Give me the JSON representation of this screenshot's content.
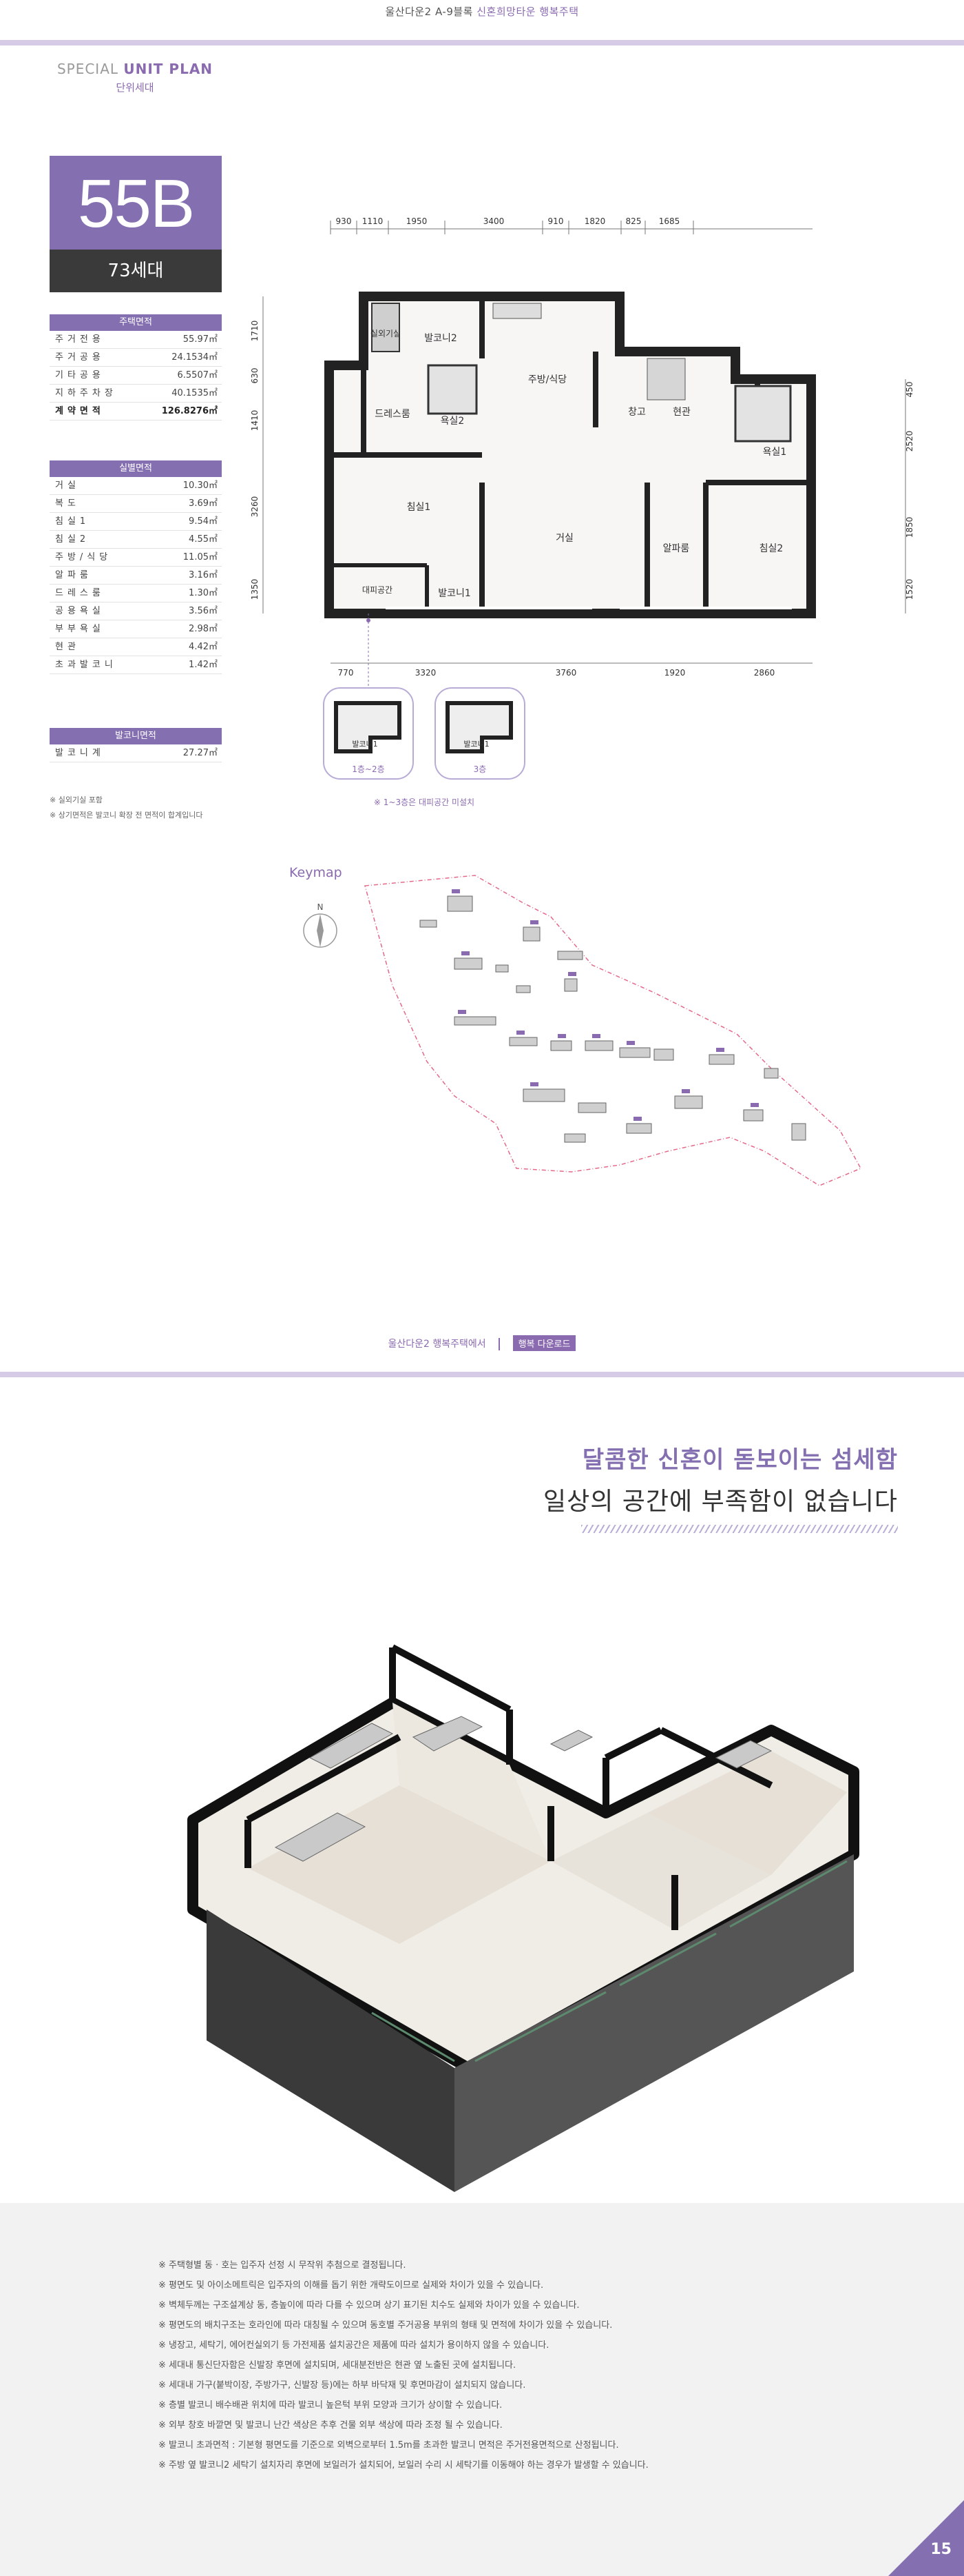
{
  "header": {
    "title_prefix": "울산다운2 A-9블록",
    "title_highlight": "신혼희망타운 행복주택"
  },
  "section": {
    "title_en_light": "SPECIAL",
    "title_en_bold": "UNIT PLAN",
    "title_ko": "단위세대"
  },
  "unit": {
    "type": "55B",
    "households": "73세대"
  },
  "area_table": {
    "title": "주택면적",
    "rows": [
      {
        "label": "주거전용",
        "value": "55.97㎡"
      },
      {
        "label": "주거공용",
        "value": "24.1534㎡"
      },
      {
        "label": "기타공용",
        "value": "6.5507㎡"
      },
      {
        "label": "지하주차장",
        "value": "40.1535㎡"
      },
      {
        "label": "계약면적",
        "value": "126.8276㎡"
      }
    ]
  },
  "room_table": {
    "title": "실별면적",
    "rows": [
      {
        "label": "거실",
        "value": "10.30㎡"
      },
      {
        "label": "복도",
        "value": "3.69㎡"
      },
      {
        "label": "침실1",
        "value": "9.54㎡"
      },
      {
        "label": "침실2",
        "value": "4.55㎡"
      },
      {
        "label": "주방/식당",
        "value": "11.05㎡"
      },
      {
        "label": "알파룸",
        "value": "3.16㎡"
      },
      {
        "label": "드레스룸",
        "value": "1.30㎡"
      },
      {
        "label": "공용욕실",
        "value": "3.56㎡"
      },
      {
        "label": "부부욕실",
        "value": "2.98㎡"
      },
      {
        "label": "현관",
        "value": "4.42㎡"
      },
      {
        "label": "초과발코니",
        "value": "1.42㎡"
      }
    ]
  },
  "balcony_table": {
    "title": "발코니면적",
    "rows": [
      {
        "label": "발코니계",
        "value": "27.27㎡"
      }
    ]
  },
  "notes": [
    "※ 실외기실 포함",
    "※ 상기면적은 발코니 확장 전 면적이 합계입니다"
  ],
  "plan": {
    "top_dims": [
      "930",
      "1110",
      "1950",
      "3400",
      "910",
      "1820",
      "825",
      "1685"
    ],
    "bottom_dims": [
      "770",
      "3320",
      "3760",
      "1920",
      "2860"
    ],
    "left_dims": [
      "1710",
      "630",
      "1410",
      "3260",
      "1350"
    ],
    "right_dims": [
      "450",
      "2520",
      "1850",
      "1520"
    ],
    "rooms": {
      "outdoor_unit": "실외기실",
      "balcony2": "발코니2",
      "kitchen": "주방/식당",
      "dress": "드레스룸",
      "bath2": "욕실2",
      "storage": "창고",
      "entrance": "현관",
      "bath1": "욕실1",
      "bedroom1": "침실1",
      "living": "거실",
      "alpha": "알파룸",
      "bedroom2": "침실2",
      "evac": "대피공간",
      "balcony1": "발코니1"
    },
    "inset_labels": [
      "발코니1",
      "발코니1"
    ],
    "inset_captions": [
      "1층~2층",
      "3층"
    ],
    "inset_note": "※ 1~3층은 대피공간 미설치"
  },
  "keymap": {
    "title": "Keymap",
    "compass": "N"
  },
  "download": {
    "text": "울산다운2 행복주택에서",
    "button": "행복 다운로드"
  },
  "headline": {
    "line1": "달콤한 신혼이 돋보이는 섬세함",
    "line2": "일상의 공간에 부족함이 없습니다"
  },
  "footer_notes": [
    "※ 주택형별 동 · 호는 입주자 선정 시 무작위 추첨으로 결정됩니다.",
    "※ 평면도 및 아이소메트릭은 입주자의 이해를 돕기 위한 개략도이므로 실제와 차이가 있을 수 있습니다.",
    "※ 벽체두께는 구조설계상 동, 층높이에 따라 다를 수 있으며 상기 표기된 치수도 실제와 차이가 있을 수 있습니다.",
    "※ 평면도의 배치구조는 호라인에 따라 대칭될 수 있으며 동호별 주거공용 부위의 형태 및 면적에 차이가 있을 수 있습니다.",
    "※ 냉장고, 세탁기, 에어컨실외기 등 가전제품 설치공간은 제품에 따라 설치가 용이하지 않을 수 있습니다.",
    "※ 세대내 통신단자함은 신발장 후면에 설치되며, 세대분전반은 현관 옆 노출된 곳에 설치됩니다.",
    "※ 세대내 가구(붙박이장, 주방가구, 신발장 등)에는 하부 바닥재 및 후면마감이 설치되지 않습니다.",
    "※ 층별 발코니 배수배관 위치에 따라 발코니 높은턱 부위 모양과 크기가 상이할 수 있습니다.",
    "※ 외부 창호 바깥면 및 발코니 난간 색상은 추후 건물 외부 색상에 따라 조정 될 수 있습니다.",
    "※ 발코니 초과면적 : 기본형 평면도를 기준으로 외벽으로부터 1.5m를 초과한 발코니 면적은 주거전용면적으로 산정됩니다.",
    "※ 주방 옆 발코니2 세탁기 설치자리 후면에 보일러가 설치되어, 보일러 수리 시 세탁기를 이동해야 하는 경우가 발생할 수 있습니다."
  ],
  "page": {
    "number": "15"
  },
  "colors": {
    "accent": "#8470b0",
    "accent_light": "#d5cbe6",
    "dark": "#3a3a3a"
  }
}
